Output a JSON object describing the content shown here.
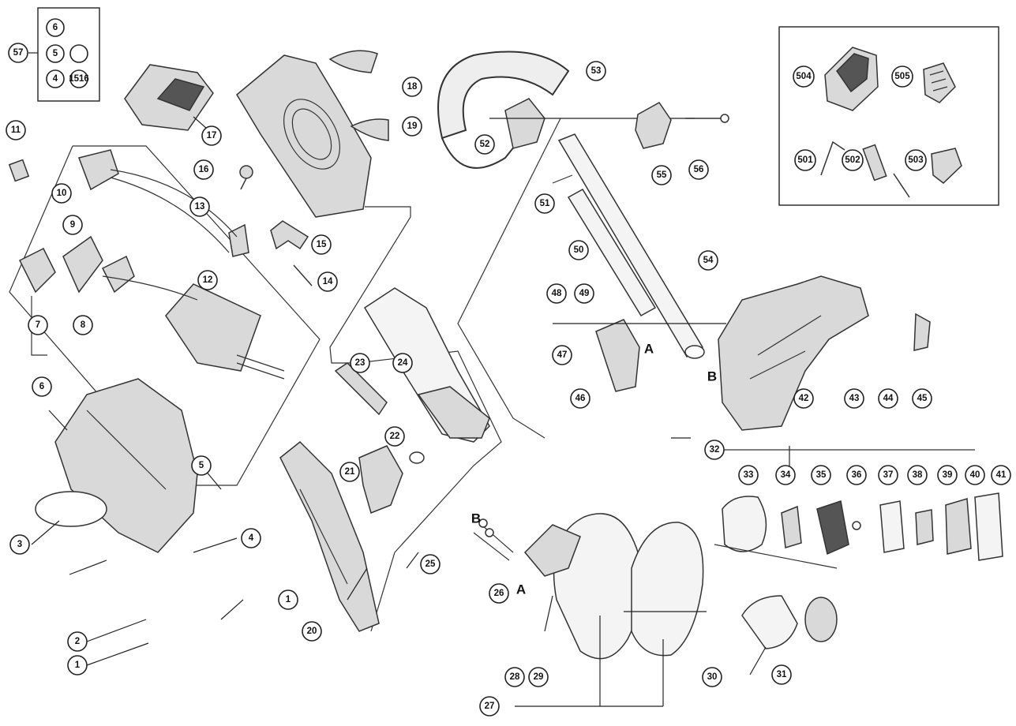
{
  "callouts": {
    "c1a": "1",
    "c1b": "1",
    "c2": "2",
    "c3": "3",
    "c4": "4",
    "c5": "5",
    "c6": "6",
    "c7": "7",
    "c8": "8",
    "c9": "9",
    "c10": "10",
    "c11": "11",
    "c12": "12",
    "c13": "13",
    "c14": "14",
    "c15": "15",
    "c16": "16",
    "c17": "17",
    "c18": "18",
    "c19": "19",
    "c20": "20",
    "c21": "21",
    "c22": "22",
    "c23": "23",
    "c24": "24",
    "c25": "25",
    "c26": "26",
    "c27": "27",
    "c28": "28",
    "c29": "29",
    "c30": "30",
    "c31": "31",
    "c32": "32",
    "c33": "33",
    "c34": "34",
    "c35": "35",
    "c36": "36",
    "c37": "37",
    "c38": "38",
    "c39": "39",
    "c40": "40",
    "c41": "41",
    "c42": "42",
    "c43": "43",
    "c44": "44",
    "c45": "45",
    "c46": "46",
    "c47": "47",
    "c48": "48",
    "c49": "49",
    "c50": "50",
    "c51": "51",
    "c52": "52",
    "c53": "53",
    "c54": "54",
    "c55": "55",
    "c56": "56",
    "c57": "57",
    "c501": "501",
    "c502": "502",
    "c503": "503",
    "c504": "504",
    "c505": "505"
  },
  "kit_box": {
    "item_6": "6",
    "item_5": "5",
    "item_4": "4",
    "item_1516": "1516"
  },
  "connector_letters": {
    "a_top": "A",
    "b_top": "B",
    "a_bottom": "A",
    "b_bottom": "B"
  }
}
